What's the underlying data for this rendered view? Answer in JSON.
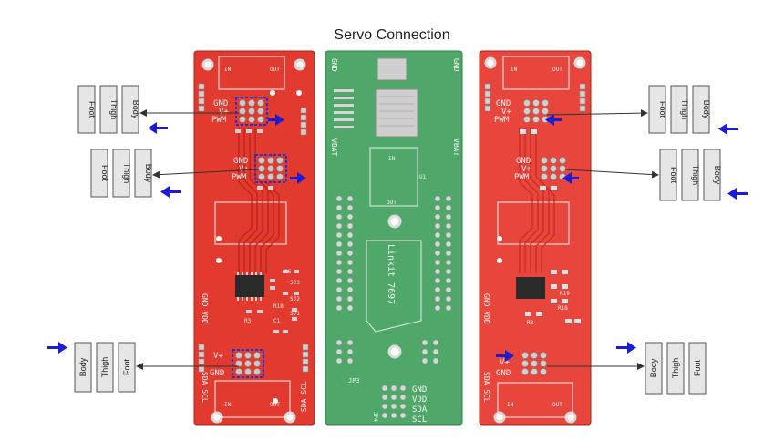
{
  "title": "Servo Connection",
  "labels": {
    "foot": "Foot",
    "thigh": "Thigh",
    "body": "Body"
  },
  "silkscreen": {
    "gnd": "GND",
    "vplus": "V+",
    "pwm": "PWM",
    "in": "IN",
    "out": "OUT",
    "vbat": "VBAT",
    "vdd": "VDD",
    "sda": "SDA",
    "scl": "SCL",
    "linkit": "Linkit 7697",
    "sda_scl": "SDA SCL",
    "gnd_vdd": "GND VDD",
    "u1": "U1",
    "jp3": "JP3",
    "jp4": "JP4",
    "sj1": "SJ1",
    "sj2": "SJ2",
    "sj3": "SJ3",
    "r3": "R3",
    "r18": "R18",
    "r19": "R19",
    "c1": "C1",
    "u16": "16"
  },
  "colors": {
    "pcb_red": "#e23a2f",
    "pcb_red_dark": "#c82a22",
    "pcb_green": "#4fa869",
    "pad": "#c9c9c9",
    "arrow_blue": "#1c1cd6",
    "box_fill": "#e6e6e6",
    "box_stroke": "#555555",
    "highlight": "#2233cc"
  }
}
